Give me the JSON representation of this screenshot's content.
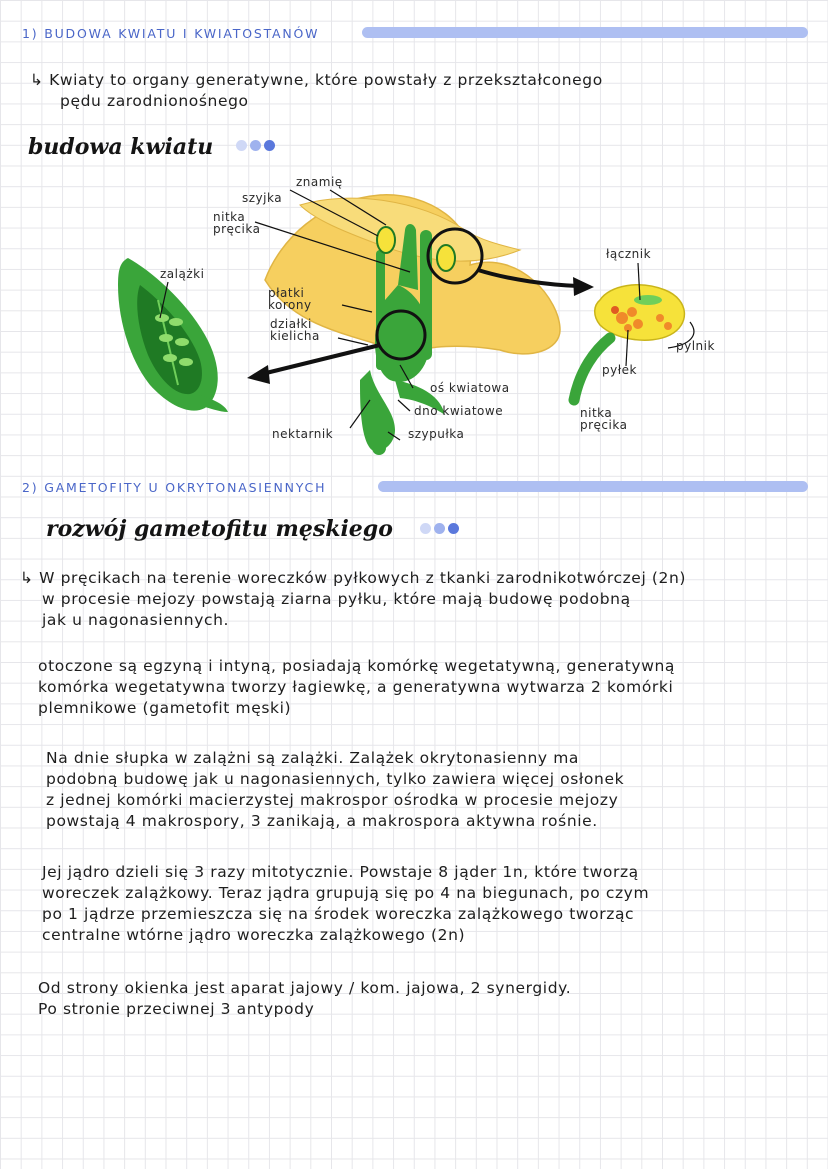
{
  "section1": {
    "title": "1) BUDOWA KWIATU I KWIATOSTANÓW",
    "intro_lines": [
      "↳ Kwiaty to organy generatywne, które powstały z przekształconego",
      "pędu zarodnionośnego"
    ],
    "subheading": "budowa kwiatu",
    "diagram_labels": {
      "zalazki": "zalążki",
      "szyjka": "szyjka",
      "nitka_preciki": "nitka\npręcika",
      "znamie": "znamię",
      "platki_korony": "płatki\nkorony",
      "dzialki_kielicha": "działki\nkielicha",
      "os_kwiatowa": "oś kwiatowa",
      "dno_kwiatowe": "dno kwiatowe",
      "nektarnik": "nektarnik",
      "szypulka": "szypułka",
      "lacznik": "łącznik",
      "pylnik": "pylnik",
      "pylek": "pyłek",
      "nitka_precika_right": "nitka\npręcika"
    }
  },
  "section2": {
    "title": "2) GAMETOFITY U OKRYTONASIENNYCH",
    "subheading": "rozwój gametofitu męskiego",
    "paragraphs": [
      [
        "↳ W pręcikach na terenie woreczków pyłkowych z tkanki zarodnikotwórczej (2n)",
        "w procesie mejozy powstają ziarna pyłku, które mają budowę podobną",
        "jak u nagonasiennych."
      ],
      [
        "otoczone są egzyną i intyną, posiadają komórkę wegetatywną, generatywną",
        "komórka wegetatywna tworzy łagiewkę, a generatywna wytwarza 2 komórki",
        "plemnikowe (gametofit męski)"
      ],
      [
        "Na dnie słupka w zalążni są zalążki. Zalążek okrytonasienny ma",
        "podobną budowę jak u nagonasiennych, tylko zawiera więcej osłonek",
        "z jednej komórki macierzystej makrospor ośrodka w procesie mejozy",
        "powstają 4 makrospory, 3 zanikają, a makrospora aktywna rośnie."
      ],
      [
        "Jej jądro dzieli się 3 razy mitotycznie. Powstaje 8 jąder 1n, które tworzą",
        "woreczek zalążkowy. Teraz jądra grupują się po 4 na biegunach, po czym",
        "po 1 jądrze przemieszcza się na środek woreczka zalążkowego tworząc",
        "centralne wtórne jądro woreczka zalążkowego (2n)"
      ],
      [
        "Od strony okienka jest aparat jajowy / kom. jajowa, 2 synergidy.",
        "Po stronie przeciwnej 3 antypody"
      ]
    ]
  },
  "colors": {
    "accent_blue": "#4a66c8",
    "bar_blue": "#aebff2",
    "dot_colors": [
      "#cfd8f6",
      "#9fb2ee",
      "#5a78dc"
    ],
    "petal_yellow": "#f6cf5f",
    "leaf_green": "#3aa53a",
    "dark_green": "#1f7a24",
    "anther_yellow": "#f6e23a",
    "pollen_orange": "#f08a2a"
  }
}
